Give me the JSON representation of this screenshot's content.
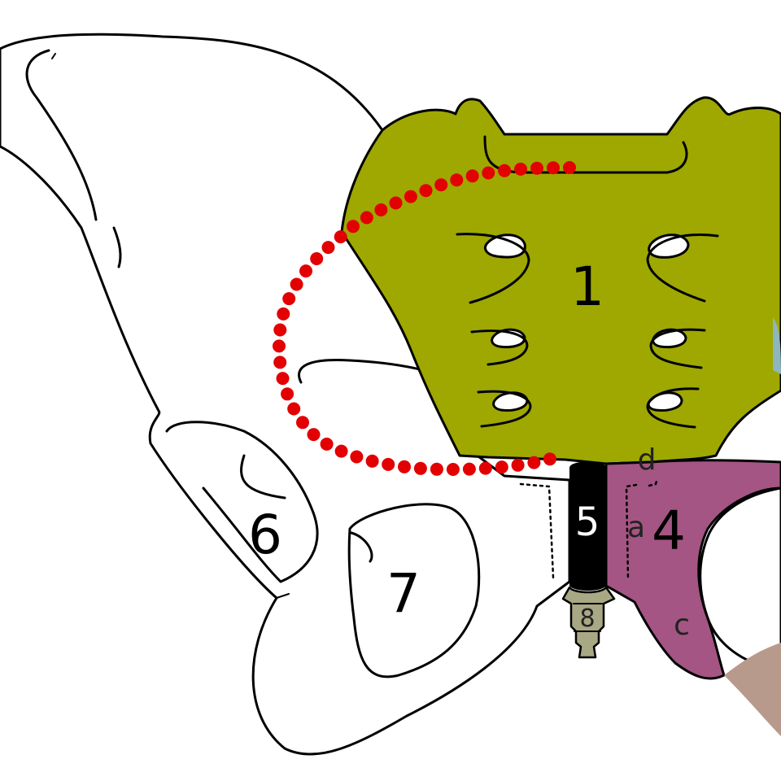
{
  "colors": {
    "sacrum": "#9ea800",
    "pubis": "#a45583",
    "symphysis": "#000000",
    "ligament": "#b89a8c",
    "coccyx": "#a9a885",
    "pelvic_brim_dots": "#e20000",
    "background": "#ffffff"
  },
  "labels": {
    "sacrum": "1",
    "pubis": "4",
    "symphysis": "5",
    "obturator_region": "6",
    "obturator_foramen": "7",
    "coccyx": "8",
    "a": "a",
    "c": "c",
    "d": "d"
  }
}
